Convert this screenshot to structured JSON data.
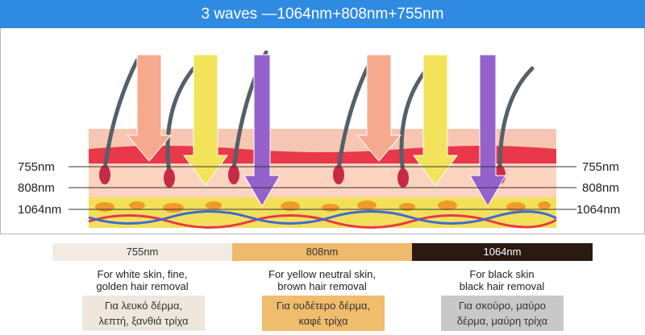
{
  "title": "3 waves —1064nm+808nm+755nm",
  "left_labels": [
    "755nm",
    "808nm",
    "1064nm"
  ],
  "right_labels": [
    "755nm",
    "808nm",
    "1064nm"
  ],
  "columns": [
    {
      "wavelength": "755nm",
      "color": "#f2ebe4",
      "desc1": "For white skin, fine,",
      "desc2": "golden hair removal",
      "greek1": "Για λευκό δέρμα,",
      "greek2": "λεπτή, ξανθιά τρίχα",
      "greek_bg": "#efe6de"
    },
    {
      "wavelength": "808nm",
      "color": "#efba6c",
      "desc1": "For yellow neutral skin,",
      "desc2": "brown hair removal",
      "greek1": "Για ουδέτερο δέρμα,",
      "greek2": "καφέ τρίχα",
      "greek_bg": "#f0bd6c"
    },
    {
      "wavelength": "1064nm",
      "color": "#2b1a12",
      "desc1": "For black skin",
      "desc2": "black hair removal",
      "greek1": "Για σκούρο, μαύρο",
      "greek2": "δέρμα, μαύρη τρίχα",
      "greek_bg": "#c8c8c8"
    }
  ]
}
